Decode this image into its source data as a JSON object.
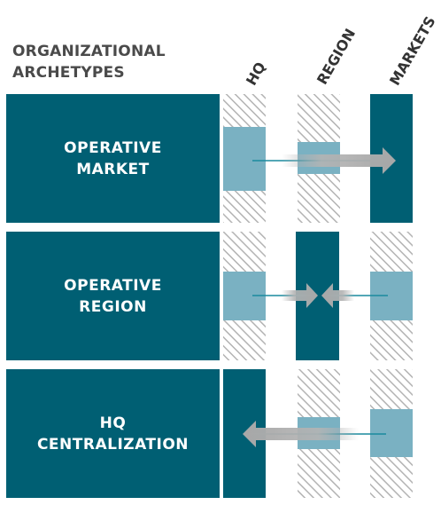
{
  "heading": {
    "line1": "ORGANIZATIONAL",
    "line2": "ARCHETYPES"
  },
  "columns": [
    "HQ",
    "REGION",
    "MARKETS"
  ],
  "rows": [
    {
      "line1": "OPERATIVE",
      "line2": "MARKET"
    },
    {
      "line1": "OPERATIVE",
      "line2": "REGION"
    },
    {
      "line1": "HQ",
      "line2": "CENTRALIZATION"
    }
  ],
  "colors": {
    "primary": "#005f73",
    "light": "#7ab1c2",
    "hatch": "#b3b3b3",
    "arrow": "#b4b4b4",
    "line": "#1a8a9e"
  }
}
